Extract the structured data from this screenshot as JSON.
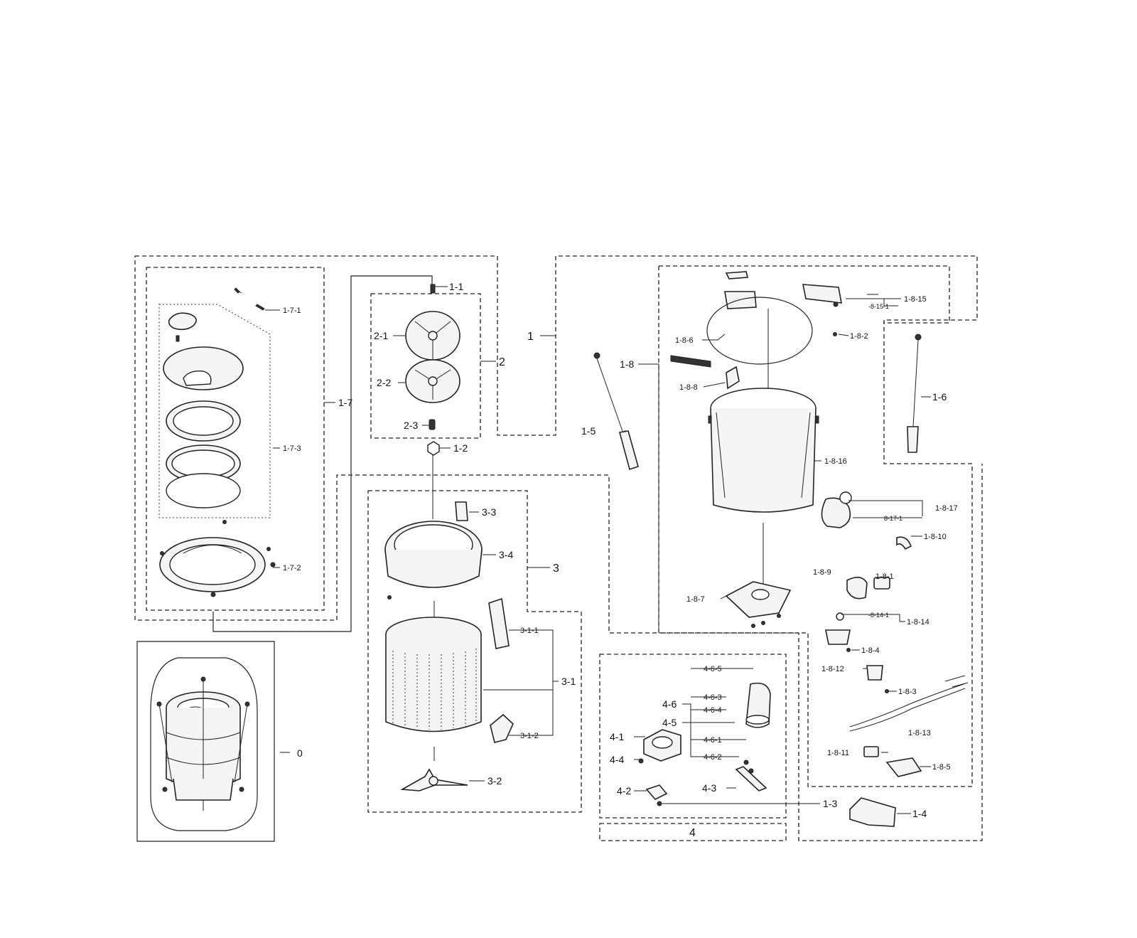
{
  "labels": {
    "l_0": "0",
    "l_1": "1",
    "l_1_1": "1-1",
    "l_1_2": "1-2",
    "l_1_3": "1-3",
    "l_1_4": "1-4",
    "l_1_5": "1-5",
    "l_1_6": "1-6",
    "l_1_7": "1-7",
    "l_1_7_1": "1-7-1",
    "l_1_7_2": "1-7-2",
    "l_1_7_3": "1-7-3",
    "l_1_8": "1-8",
    "l_1_8_1": "1-8-1",
    "l_1_8_2": "1-8-2",
    "l_1_8_3": "1-8-3",
    "l_1_8_4": "1-8-4",
    "l_1_8_5": "1-8-5",
    "l_1_8_6": "1-8-6",
    "l_1_8_7": "1-8-7",
    "l_1_8_8": "1-8-8",
    "l_1_8_9": "1-8-9",
    "l_1_8_10": "1-8-10",
    "l_1_8_11": "1-8-11",
    "l_1_8_12": "1-8-12",
    "l_1_8_13": "1-8-13",
    "l_1_8_14": "1-8-14",
    "l_8_14_1": "-8-14-1",
    "l_1_8_15": "1-8-15",
    "l_8_15_1": "-8-15-1",
    "l_1_8_16": "1-8-16",
    "l_1_8_17": "1-8-17",
    "l_8_17_1": "8-17-1",
    "l_2": "2",
    "l_2_1": "2-1",
    "l_2_2": "2-2",
    "l_2_3": "2-3",
    "l_3": "3",
    "l_3_1": "3-1",
    "l_3_1_1": "3-1-1",
    "l_3_1_2": "3-1-2",
    "l_3_2": "3-2",
    "l_3_3": "3-3",
    "l_3_4": "3-4",
    "l_4": "4",
    "l_4_1": "4-1",
    "l_4_2": "4-2",
    "l_4_3": "4-3",
    "l_4_4": "4-4",
    "l_4_5": "4-5",
    "l_4_6": "4-6",
    "l_4_6_1": "4-6-1",
    "l_4_6_2": "4-6-2",
    "l_4_6_3": "4-6-3",
    "l_4_6_4": "4-6-4",
    "l_4_6_5": "4-6-5"
  }
}
